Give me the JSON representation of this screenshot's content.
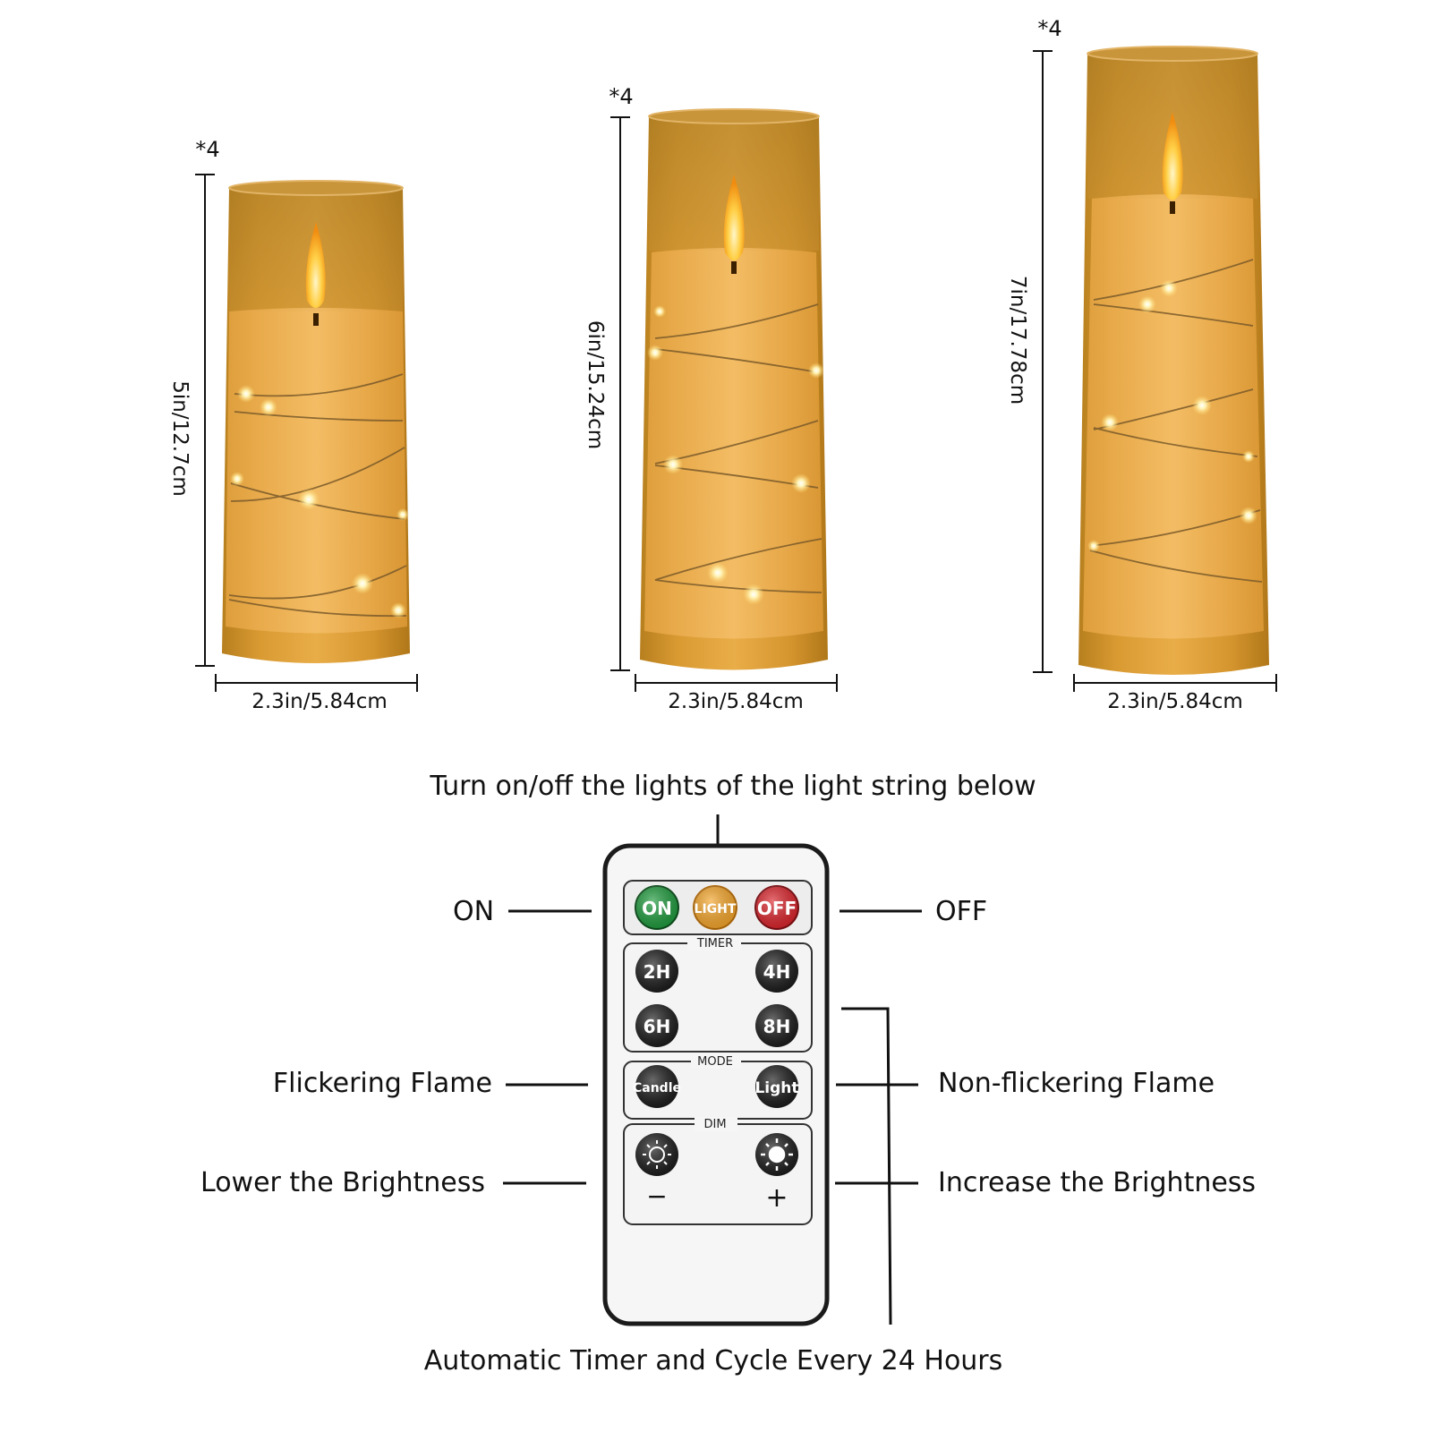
{
  "candles": [
    {
      "quantity": "*4",
      "height": "5in/12.7cm",
      "width": "2.3in/5.84cm"
    },
    {
      "quantity": "*4",
      "height": "6in/15.24cm",
      "width": "2.3in/5.84cm"
    },
    {
      "quantity": "*4",
      "height": "7in/17.78cm",
      "width": "2.3in/5.84cm"
    }
  ],
  "remote": {
    "top_caption": "Turn on/off the lights of the light string below",
    "bottom_caption": "Automatic Timer and Cycle Every 24 Hours",
    "callouts": {
      "on": "ON",
      "off": "OFF",
      "flicker": "Flickering Flame",
      "non_flicker": "Non-flickering Flame",
      "lower": "Lower the Brightness",
      "increase": "Increase the Brightness"
    },
    "sections": {
      "timer": "TIMER",
      "mode": "MODE",
      "dim": "DIM"
    },
    "buttons": {
      "on": "ON",
      "light": "LIGHT",
      "off": "OFF",
      "t2": "2H",
      "t4": "4H",
      "t6": "6H",
      "t8": "8H",
      "candle": "Candle",
      "mode_light": "Light",
      "minus": "−",
      "plus": "+"
    },
    "colors": {
      "on": "#1e9a3c",
      "light": "#f4a52a",
      "off": "#d9232a",
      "dark": "#1a1a1a"
    }
  }
}
